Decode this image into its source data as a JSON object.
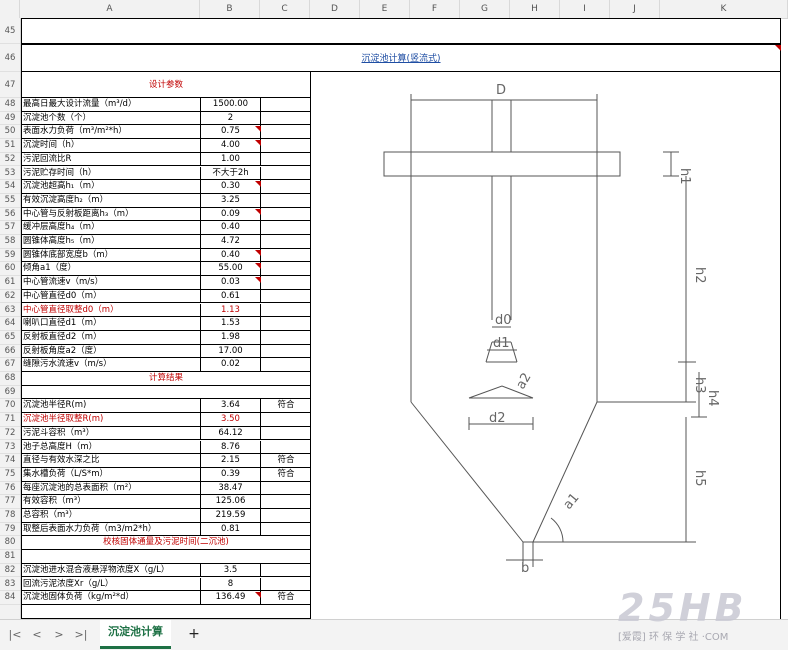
{
  "columns": [
    "A",
    "B",
    "C",
    "D",
    "E",
    "F",
    "G",
    "H",
    "I",
    "J",
    "K"
  ],
  "rows": [
    "45",
    "46",
    "47",
    "48",
    "49",
    "50",
    "51",
    "52",
    "53",
    "54",
    "55",
    "56",
    "57",
    "58",
    "59",
    "60",
    "61",
    "62",
    "63",
    "64",
    "65",
    "66",
    "67",
    "68",
    "69",
    "70",
    "71",
    "72",
    "73",
    "74",
    "75",
    "76",
    "77",
    "78",
    "79",
    "80",
    "81",
    "82",
    "83",
    "84"
  ],
  "title": "沉淀池计算(竖流式)",
  "sections": {
    "params": "设计参数",
    "results": "计算结果",
    "check": "校核固体通量及污泥时间(二沉池)"
  },
  "params": [
    {
      "label": "最高日最大设计流量（m³/d）",
      "value": "1500.00",
      "red": false,
      "marker": false
    },
    {
      "label": "沉淀池个数（个）",
      "value": "2",
      "red": false,
      "marker": false
    },
    {
      "label": "表面水力负荷（m³/m²*h）",
      "value": "0.75",
      "red": false,
      "marker": true
    },
    {
      "label": "沉淀时间（h）",
      "value": "4.00",
      "red": false,
      "marker": true
    },
    {
      "label": "污泥回流比R",
      "value": "1.00",
      "red": false,
      "marker": false
    },
    {
      "label": "污泥贮存时间（h）",
      "value": "不大于2h",
      "red": false,
      "marker": false
    },
    {
      "label": "沉淀池超高h₁（m）",
      "value": "0.30",
      "red": false,
      "marker": true
    },
    {
      "label": "有效沉淀高度h₂（m）",
      "value": "3.25",
      "red": false,
      "marker": false
    },
    {
      "label": "中心管与反射板距离h₃（m）",
      "value": "0.09",
      "red": false,
      "marker": true
    },
    {
      "label": "缓冲层高度h₄（m）",
      "value": "0.40",
      "red": false,
      "marker": false
    },
    {
      "label": "圆锥体高度h₅（m）",
      "value": "4.72",
      "red": false,
      "marker": false
    },
    {
      "label": "圆锥体底部宽度b（m）",
      "value": "0.40",
      "red": false,
      "marker": true
    },
    {
      "label": "倾角a1（度）",
      "value": "55.00",
      "red": false,
      "marker": true
    },
    {
      "label": "中心管流速v（m/s）",
      "value": "0.03",
      "red": false,
      "marker": true
    },
    {
      "label": "中心管直径d0（m）",
      "value": "0.61",
      "red": false,
      "marker": false
    },
    {
      "label": "中心管直径取整d0（m）",
      "value": "1.13",
      "red": true,
      "marker": false
    },
    {
      "label": "喇叭口直径d1（m）",
      "value": "1.53",
      "red": false,
      "marker": false
    },
    {
      "label": "反射板直径d2（m）",
      "value": "1.98",
      "red": false,
      "marker": false
    },
    {
      "label": "反射板角度a2（度）",
      "value": "17.00",
      "red": false,
      "marker": false
    },
    {
      "label": "缝隙污水流速v（m/s）",
      "value": "0.02",
      "red": false,
      "marker": false
    }
  ],
  "results": [
    {
      "label": "沉淀池半径R(m)",
      "value": "3.64",
      "note": "符合",
      "red": false
    },
    {
      "label": "沉淀池半径取整R(m)",
      "value": "3.50",
      "note": "",
      "red": true
    },
    {
      "label": "污泥斗容积（m³）",
      "value": "64.12",
      "note": "",
      "red": false
    },
    {
      "label": "池子总高度H（m）",
      "value": "8.76",
      "note": "",
      "red": false
    },
    {
      "label": "直径与有效水深之比",
      "value": "2.15",
      "note": "符合",
      "red": false
    },
    {
      "label": "集水槽负荷（L/S*m）",
      "value": "0.39",
      "note": "符合",
      "red": false
    },
    {
      "label": "每座沉淀池的总表面积（m²）",
      "value": "38.47",
      "note": "",
      "red": false
    },
    {
      "label": "有效容积（m³）",
      "value": "125.06",
      "note": "",
      "red": false
    },
    {
      "label": "总容积（m³）",
      "value": "219.59",
      "note": "",
      "red": false
    },
    {
      "label": "取整后表面水力负荷（m3/m2*h）",
      "value": "0.81",
      "note": "",
      "red": false
    }
  ],
  "check": [
    {
      "label": "沉淀池进水混合液悬浮物浓度X（g/L）",
      "value": "3.5",
      "note": "",
      "marker": false
    },
    {
      "label": "回流污泥浓度Xr（g/L）",
      "value": "8",
      "note": "",
      "marker": false
    },
    {
      "label": "沉淀池固体负荷（kg/m²*d）",
      "value": "136.49",
      "note": "符合",
      "marker": true
    }
  ],
  "diagram": {
    "labels": {
      "D": "D",
      "h1": "h1",
      "h2": "h2",
      "h3": "h3",
      "h4": "h4",
      "h5": "h5",
      "d0": "d0",
      "d1": "d1",
      "d2": "d2",
      "a1": "a1",
      "a2": "a2",
      "b": "b"
    }
  },
  "sheet_tabs": [
    {
      "label": "沉淀池计算",
      "active": true
    }
  ],
  "add_sheet": "+",
  "nav": [
    "|<",
    "<",
    ">",
    ">|"
  ],
  "watermark": {
    "logo": "25HB",
    "sub": "[爱霞] 环 保 学 社 ·COM"
  }
}
